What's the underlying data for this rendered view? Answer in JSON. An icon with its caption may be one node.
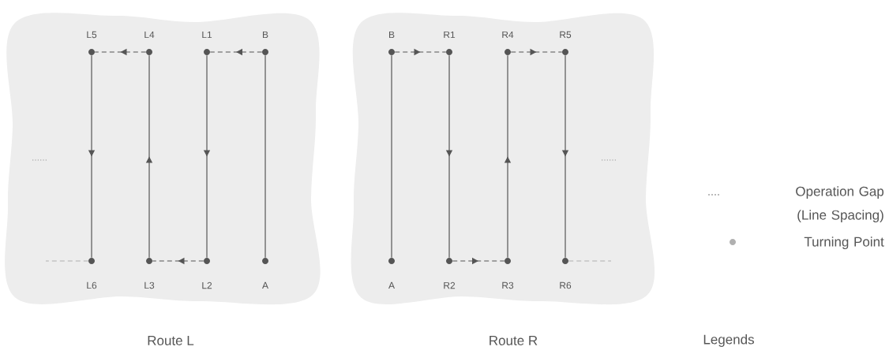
{
  "diagram": {
    "nodes": [
      {
        "text": [
          "Route L"
        ]
      },
      {
        "text": [
          "L5"
        ],
        "in": 0
      },
      {
        "text": [
          "L4"
        ],
        "in": 0
      },
      {
        "text": [
          "L1"
        ],
        "in": 0
      },
      {
        "text": [
          "B"
        ],
        "in": 0
      },
      {
        "text": [
          "L6"
        ],
        "in": 0
      },
      {
        "text": [
          "L3"
        ],
        "in": 0
      },
      {
        "text": [
          "L2"
        ],
        "in": 0
      },
      {
        "text": [
          "A"
        ],
        "in": 0
      },
      {
        "text": [
          "Route R"
        ]
      },
      {
        "text": [
          "B"
        ],
        "in": 9
      },
      {
        "text": [
          "R1"
        ],
        "in": 9
      },
      {
        "text": [
          "R4"
        ],
        "in": 9
      },
      {
        "text": [
          "R5"
        ],
        "in": 9
      },
      {
        "text": [
          "A"
        ],
        "in": 9
      },
      {
        "text": [
          "R2"
        ],
        "in": 9
      },
      {
        "text": [
          "R3"
        ],
        "in": 9
      },
      {
        "text": [
          "R6"
        ],
        "in": 9
      }
    ],
    "edges": [
      {
        "from": 8,
        "to": 4,
        "arrow": "none"
      },
      {
        "from": 4,
        "to": 3,
        "arrow": "to",
        "style": "dashed"
      },
      {
        "from": 3,
        "to": 7,
        "arrow": "to"
      },
      {
        "from": 7,
        "to": 6,
        "arrow": "to",
        "style": "dashed"
      },
      {
        "from": 6,
        "to": 2,
        "arrow": "to"
      },
      {
        "from": 2,
        "to": 1,
        "arrow": "to",
        "style": "dashed"
      },
      {
        "from": 1,
        "to": 5,
        "arrow": "to"
      },
      {
        "from": 5,
        "to": null,
        "arrow": "none",
        "style": "dashed",
        "color": "#b0b0b0"
      },
      {
        "from": 14,
        "to": 10,
        "arrow": "none"
      },
      {
        "from": 10,
        "to": 11,
        "arrow": "to",
        "style": "dashed"
      },
      {
        "from": 11,
        "to": 15,
        "arrow": "to"
      },
      {
        "from": 15,
        "to": 16,
        "arrow": "to",
        "style": "dashed"
      },
      {
        "from": 16,
        "to": 12,
        "arrow": "to"
      },
      {
        "from": 12,
        "to": 13,
        "arrow": "to",
        "style": "dashed"
      },
      {
        "from": 13,
        "to": 17,
        "arrow": "to"
      },
      {
        "from": 17,
        "to": null,
        "arrow": "none",
        "style": "dashed",
        "color": "#b0b0b0"
      }
    ],
    "labels": [
      "......",
      "......",
      "Legends"
    ],
    "legend": [
      {
        "text": "Operation Gap (Line Spacing)"
      },
      {
        "text": "Turning Point"
      }
    ]
  }
}
